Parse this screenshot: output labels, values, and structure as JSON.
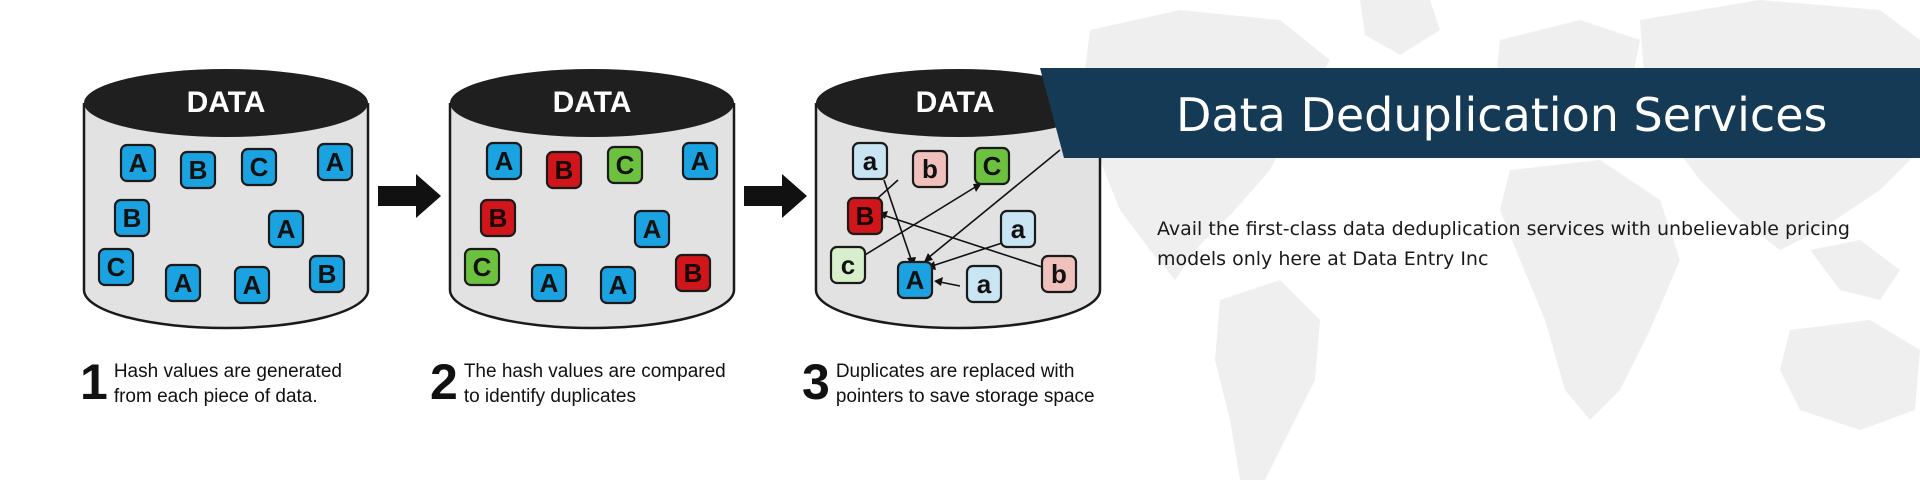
{
  "banner": {
    "title": "Data Deduplication Services",
    "description": "Avail the first-class data deduplication services with unbelievable pricing models only here at Data Entry Inc",
    "background_color": "#143a55"
  },
  "diagram": {
    "cylinder_label": "DATA",
    "stages": [
      {
        "number": "1",
        "caption": [
          "Hash values are generated",
          "from each piece of data."
        ],
        "blocks": [
          {
            "letter": "A",
            "style": "blue"
          },
          {
            "letter": "B",
            "style": "blue"
          },
          {
            "letter": "C",
            "style": "blue"
          },
          {
            "letter": "A",
            "style": "blue"
          },
          {
            "letter": "B",
            "style": "blue"
          },
          {
            "letter": "A",
            "style": "blue"
          },
          {
            "letter": "C",
            "style": "blue"
          },
          {
            "letter": "A",
            "style": "blue"
          },
          {
            "letter": "A",
            "style": "blue"
          },
          {
            "letter": "B",
            "style": "blue"
          }
        ]
      },
      {
        "number": "2",
        "caption": [
          "The hash values are compared",
          "to identify duplicates"
        ],
        "blocks": [
          {
            "letter": "A",
            "style": "blue"
          },
          {
            "letter": "B",
            "style": "red"
          },
          {
            "letter": "C",
            "style": "green"
          },
          {
            "letter": "A",
            "style": "blue"
          },
          {
            "letter": "B",
            "style": "red"
          },
          {
            "letter": "A",
            "style": "blue"
          },
          {
            "letter": "C",
            "style": "green"
          },
          {
            "letter": "A",
            "style": "blue"
          },
          {
            "letter": "A",
            "style": "blue"
          },
          {
            "letter": "B",
            "style": "red"
          }
        ]
      },
      {
        "number": "3",
        "caption": [
          "Duplicates are replaced with",
          "pointers to save storage space"
        ],
        "blocks": [
          {
            "letter": "a",
            "style": "lightblue"
          },
          {
            "letter": "b",
            "style": "pink"
          },
          {
            "letter": "C",
            "style": "green"
          },
          {
            "letter": "B",
            "style": "red"
          },
          {
            "letter": "a",
            "style": "lightblue"
          },
          {
            "letter": "c",
            "style": "lightgreen"
          },
          {
            "letter": "A",
            "style": "blue"
          },
          {
            "letter": "a",
            "style": "lightblue"
          },
          {
            "letter": "b",
            "style": "pink"
          }
        ]
      }
    ],
    "colors": {
      "blue": "#1aa3e0",
      "red": "#d0161b",
      "green": "#6cc13f",
      "lightblue": "#c9e5f3",
      "pink": "#f0c0bc",
      "lightgreen": "#d8efcc",
      "cylinder_top": "#222222",
      "arrow": "#111111"
    }
  }
}
